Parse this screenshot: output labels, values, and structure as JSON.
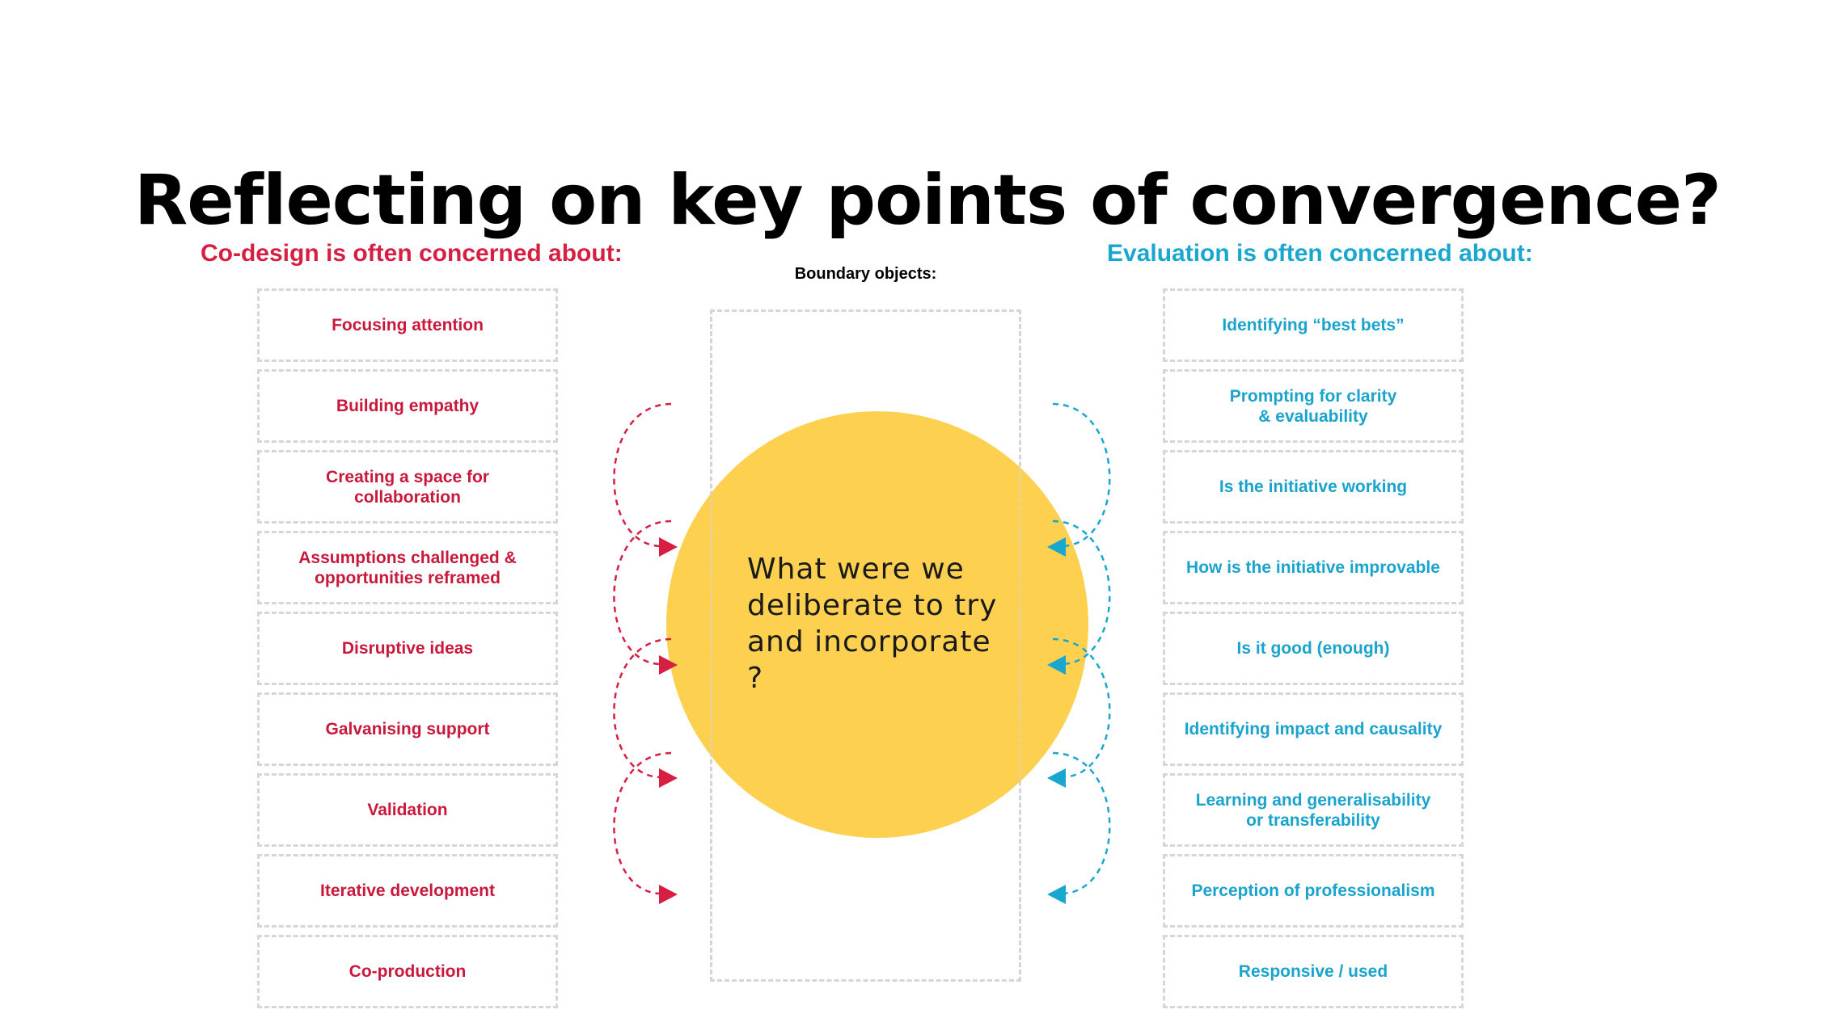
{
  "title": "Reflecting on key points of convergence?",
  "left_column": {
    "heading": "Co-design is often concerned about:",
    "color": "#c8193d",
    "items": [
      "Focusing attention",
      "Building empathy",
      "Creating a space for collaboration",
      "Assumptions challenged &\nopportunities reframed",
      "Disruptive ideas",
      "Galvanising support",
      "Validation",
      "Iterative development",
      "Co-production"
    ]
  },
  "center": {
    "label": "Boundary objects:",
    "question": "What were we deliberate to try and incorporate ?",
    "circle_color": "#fdd14f"
  },
  "right_column": {
    "heading": "Evaluation is often concerned about:",
    "color": "#1aa3cc",
    "items": [
      "Identifying “best bets”",
      "Prompting for clarity\n& evaluability",
      "Is the initiative working",
      "How is the initiative improvable",
      "Is it good (enough)",
      "Identifying impact and causality",
      "Learning and generalisability\nor transferability",
      "Perception of professionalism",
      "Responsive / used"
    ]
  },
  "colors": {
    "left_accent": "#d61f43",
    "right_accent": "#1aa7cf",
    "dashed_border": "#d6d6d6"
  }
}
